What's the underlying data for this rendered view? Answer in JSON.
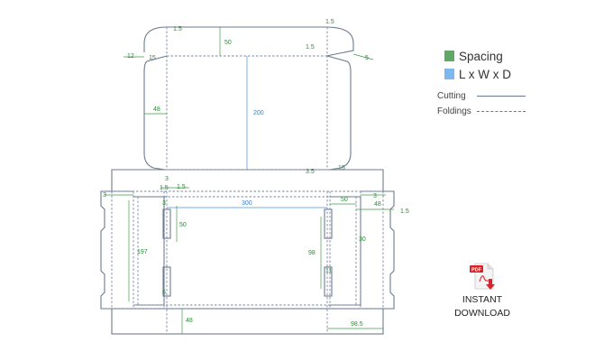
{
  "legend": {
    "spacing_label": "Spacing",
    "spacing_color": "#5fa865",
    "dims_label": "L x W x D",
    "dims_color": "#7cb8ef",
    "cutting_label": "Cutting",
    "folding_label": "Foldings"
  },
  "download": {
    "badge": "PDF",
    "icon": "pdf-download-icon",
    "line1": "INSTANT",
    "line2": "DOWNLOAD"
  },
  "dimensions": {
    "d_1_5_top": "1.5",
    "d_50_top": "50",
    "d_1_5_tr": "1.5",
    "d_1_5_tr2": "1.5",
    "d_5": "5",
    "d_12": "12",
    "d_15_left": "15",
    "d_48_left": "48",
    "d_200": "200",
    "d_3_5": "3.5",
    "d_15_right": "15",
    "d_3_mid": "3",
    "d_1_5_mid": "1.5",
    "d_1_5_mid2": "1.5",
    "d_3_left": "3",
    "d_3_small": "3",
    "d_300": "300",
    "d_50_mid": "50",
    "d_3_right": "3",
    "d_48_right": "48",
    "d_1_5_right": "1.5",
    "d_50_inner": "50",
    "d_197": "197",
    "d_98": "98",
    "d_30": "30",
    "d_11": "11",
    "d_6": "6",
    "d_48_bottom": "48",
    "d_98_5": "98.5"
  }
}
